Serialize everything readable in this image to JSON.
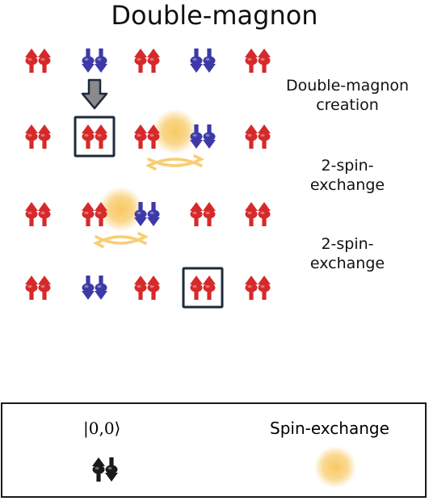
{
  "title": "Double-magnon",
  "steps": [
    {
      "label_lines": [
        "Double-magnon",
        "creation"
      ]
    },
    {
      "label_lines": [
        "2-spin-",
        "exchange"
      ]
    },
    {
      "label_lines": [
        "2-spin-",
        "exchange"
      ]
    }
  ],
  "rows": [
    {
      "sites": [
        "up",
        "down",
        "up",
        "down",
        "up"
      ],
      "highlight": null,
      "exchange": null
    },
    {
      "sites": [
        "up",
        "up",
        "up",
        "down",
        "up"
      ],
      "highlight": 1,
      "exchange": [
        2,
        3
      ]
    },
    {
      "sites": [
        "up",
        "up",
        "down",
        "up",
        "up"
      ],
      "highlight": null,
      "exchange": [
        1,
        2
      ]
    },
    {
      "sites": [
        "up",
        "down",
        "up",
        "up",
        "up"
      ],
      "highlight": 3,
      "exchange": null
    }
  ],
  "legend": {
    "state_label": "|0,0⟩",
    "exchange_label": "Spin-exchange"
  },
  "colors": {
    "spin_up": "#d62a2a",
    "spin_down": "#3d3aa8",
    "neutral": "#1a1a1a",
    "highlight_box": "#1c2a3c",
    "arrow": "#8a8a8a",
    "glow": "#f8c55a"
  }
}
